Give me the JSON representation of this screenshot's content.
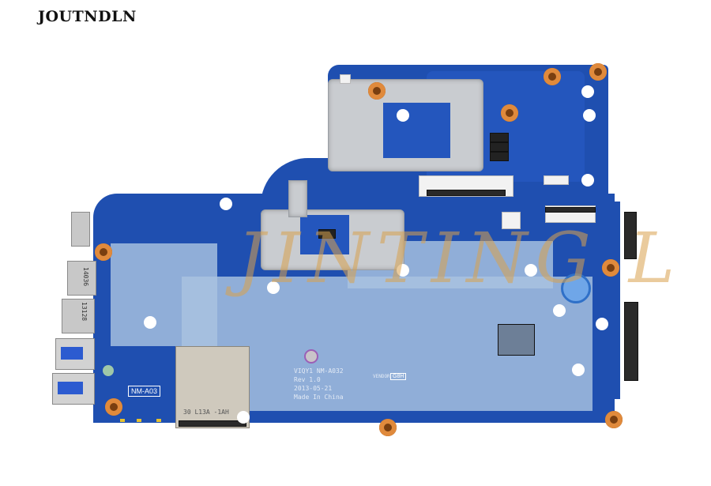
{
  "brand": {
    "name": "JOUTNDLN"
  },
  "product": {
    "type": "laptop-motherboard",
    "board_silkscreen": {
      "model": "VIQY1 NM-A032",
      "revision": "Rev 1.0",
      "date": "2013-05-21",
      "origin": "Made In China",
      "vendor_label": "VENDOR",
      "vendor_code": "G8H"
    },
    "daughter_label": "NM-A03",
    "sd_slot_text": "30 L13A -1AH",
    "port_labels": [
      "14036",
      "13128"
    ],
    "watermark_text": "JINTING L"
  },
  "colors": {
    "pcb": "#1f4fb0",
    "tape": "#aac3e1",
    "heatsink": "#c9ccd0",
    "screw_pad": "#e08a3c"
  }
}
